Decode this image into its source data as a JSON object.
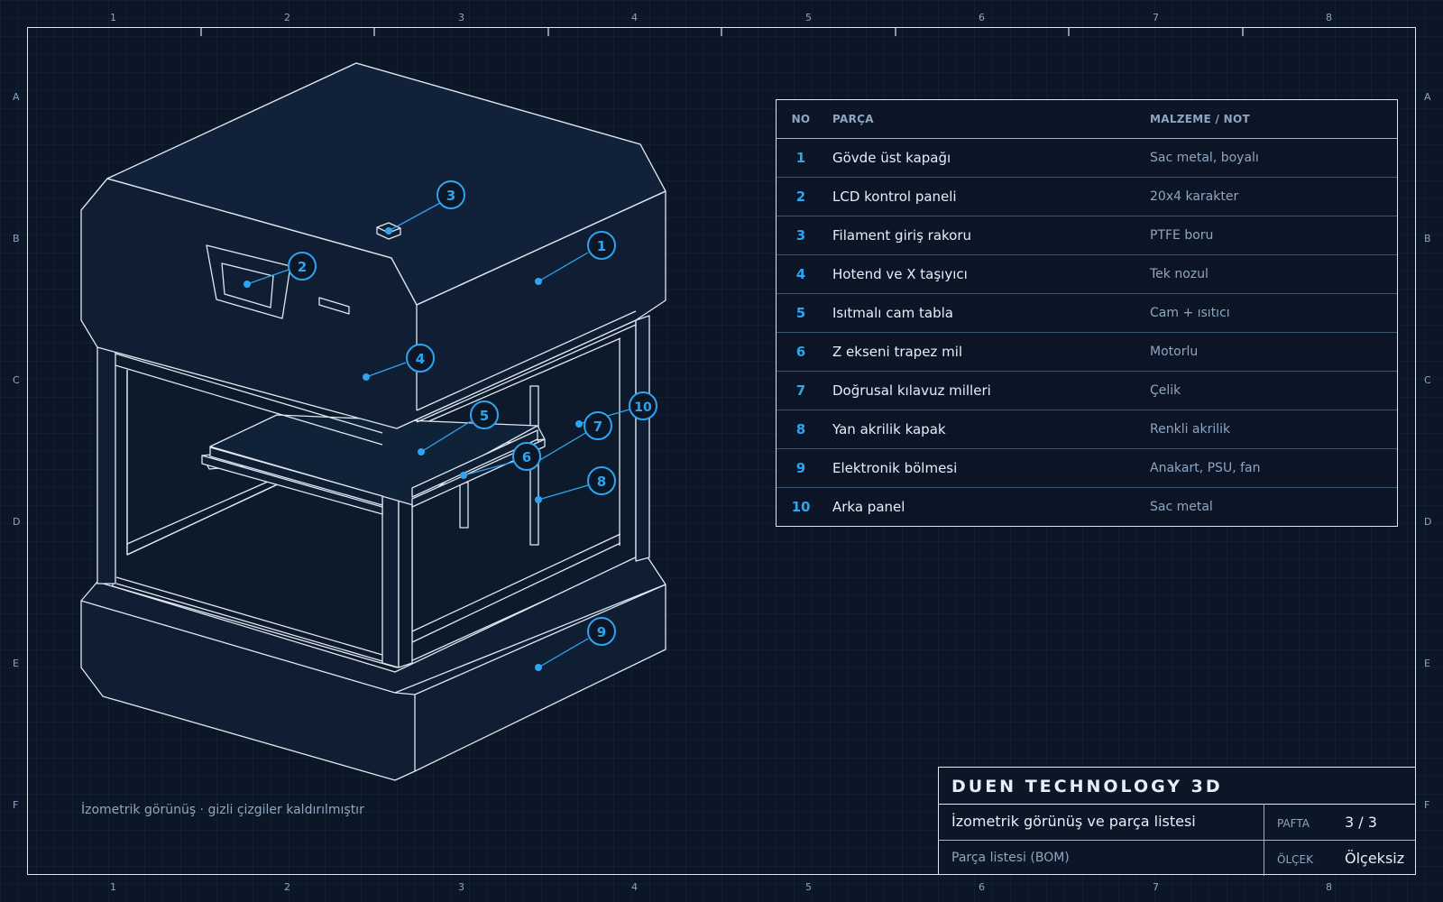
{
  "zones": {
    "columns": [
      "1",
      "2",
      "3",
      "4",
      "5",
      "6",
      "7",
      "8"
    ],
    "rows": [
      "A",
      "B",
      "C",
      "D",
      "E",
      "F"
    ]
  },
  "callouts": [
    "1",
    "2",
    "3",
    "4",
    "5",
    "6",
    "7",
    "8",
    "9",
    "10"
  ],
  "bom": {
    "headers": {
      "no": "NO",
      "part": "PARÇA",
      "material": "MALZEME / NOT"
    },
    "rows": [
      {
        "no": "1",
        "part": "Gövde üst kapağı",
        "material": "Sac metal, boyalı"
      },
      {
        "no": "2",
        "part": "LCD kontrol paneli",
        "material": "20x4 karakter"
      },
      {
        "no": "3",
        "part": "Filament giriş rakoru",
        "material": "PTFE boru"
      },
      {
        "no": "4",
        "part": "Hotend ve X taşıyıcı",
        "material": "Tek nozul"
      },
      {
        "no": "5",
        "part": "Isıtmalı cam tabla",
        "material": "Cam + ısıtıcı"
      },
      {
        "no": "6",
        "part": "Z ekseni trapez mil",
        "material": "Motorlu"
      },
      {
        "no": "7",
        "part": "Doğrusal kılavuz milleri",
        "material": "Çelik"
      },
      {
        "no": "8",
        "part": "Yan akrilik kapak",
        "material": "Renkli akrilik"
      },
      {
        "no": "9",
        "part": "Elektronik bölmesi",
        "material": "Anakart, PSU, fan"
      },
      {
        "no": "10",
        "part": "Arka panel",
        "material": "Sac metal"
      }
    ]
  },
  "caption": "İzometrik görünüş · gizli çizgiler kaldırılmıştır",
  "title_block": {
    "company": "DUEN TECHNOLOGY 3D",
    "title": "İzometrik görünüş ve parça listesi",
    "subtitle": "Parça listesi (BOM)",
    "sheet_label": "PAFTA",
    "sheet_value": "3 / 3",
    "scale_label": "ÖLÇEK",
    "scale_value": "Ölçeksiz"
  },
  "colors": {
    "background": "#0b1626",
    "line": "#dfe8f2",
    "accent": "#2fa4f0",
    "muted": "#8fa6c1"
  }
}
